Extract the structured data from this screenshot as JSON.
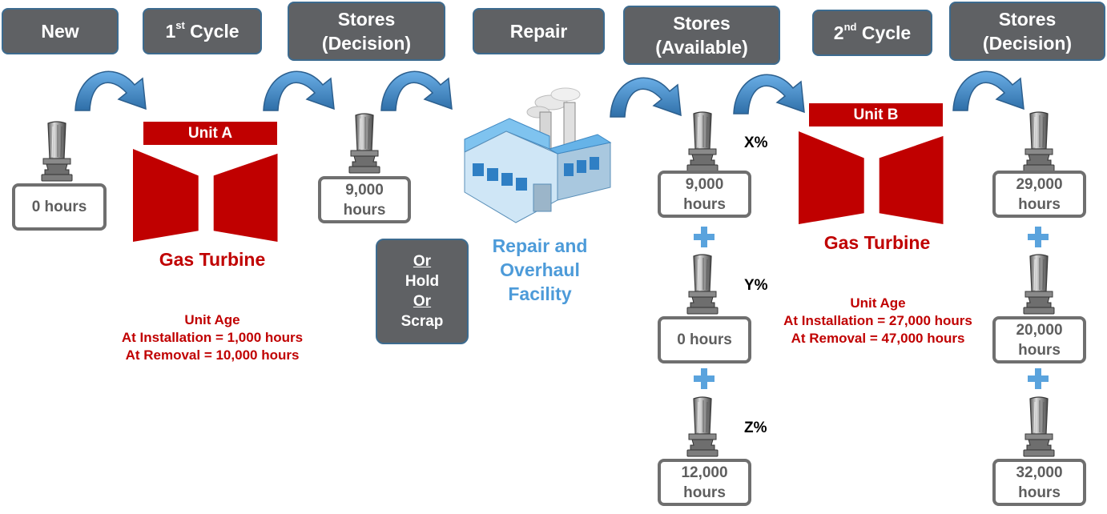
{
  "stages": [
    {
      "id": "new",
      "label": "New",
      "sup": ""
    },
    {
      "id": "cycle1",
      "label": "1",
      "sup": "st",
      "suffix": " Cycle"
    },
    {
      "id": "stores-decision-1",
      "line1": "Stores",
      "line2": "(Decision)"
    },
    {
      "id": "repair",
      "label": "Repair"
    },
    {
      "id": "stores-available",
      "line1": "Stores",
      "line2": "(Available)"
    },
    {
      "id": "cycle2",
      "label": "2",
      "sup": "nd",
      "suffix": " Cycle"
    },
    {
      "id": "stores-decision-2",
      "line1": "Stores",
      "line2": "(Decision)"
    }
  ],
  "new_part": {
    "hours": "0 hours"
  },
  "unit_a": {
    "label": "Unit A",
    "turbine_label": "Gas Turbine",
    "age_title": "Unit Age",
    "age_install": "At Installation = 1,000 hours",
    "age_removal": "At Removal = 10,000 hours"
  },
  "stores_decision_1": {
    "line1": "9,000",
    "line2": "hours"
  },
  "decision_box": {
    "or1": "Or",
    "hold": "Hold",
    "or2": "Or",
    "scrap": "Scrap"
  },
  "facility": {
    "line1": "Repair and",
    "line2": "Overhaul",
    "line3": "Facility"
  },
  "stores_available": [
    {
      "pct": "X%",
      "line1": "9,000",
      "line2": "hours"
    },
    {
      "pct": "Y%",
      "line1": "0 hours",
      "line2": ""
    },
    {
      "pct": "Z%",
      "line1": "12,000",
      "line2": "hours"
    }
  ],
  "unit_b": {
    "label": "Unit B",
    "turbine_label": "Gas Turbine",
    "age_title": "Unit Age",
    "age_install": "At Installation = 27,000 hours",
    "age_removal": "At Removal = 47,000 hours"
  },
  "stores_decision_2": [
    {
      "line1": "29,000",
      "line2": "hours"
    },
    {
      "line1": "20,000",
      "line2": "hours"
    },
    {
      "line1": "32,000",
      "line2": "hours"
    }
  ],
  "colors": {
    "stage_fill": "#5f6164",
    "turbine_red": "#c00000",
    "arrow_blue": "#4a90cf",
    "facility_blue": "#4d9bd9",
    "plus_blue": "#5aa3dd",
    "hours_border": "#6f6f6f"
  },
  "icons": [
    "turbine-blade-icon",
    "curved-arrow-icon",
    "factory-icon",
    "plus-icon",
    "turbine-shape-icon"
  ]
}
